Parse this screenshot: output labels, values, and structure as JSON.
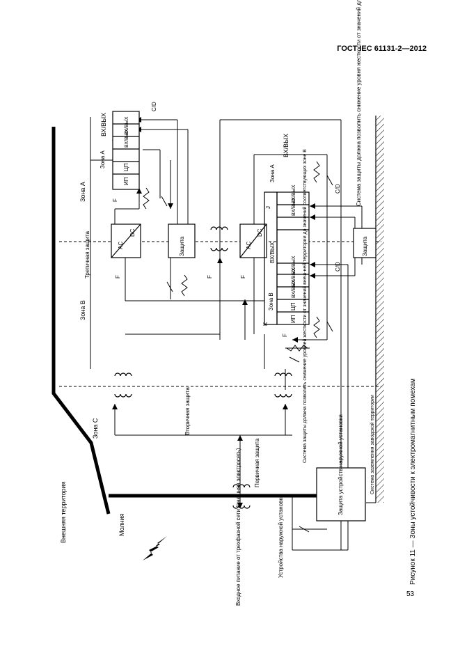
{
  "page": {
    "header": "ГОСТ  IEC 61131-2—2012",
    "page_number": "53"
  },
  "figure": {
    "caption": "Рисунок 11 — Зоны устойчивости к электромагнитным помехам",
    "zones": {
      "outer": "Внешняя территория",
      "c": "Зона С",
      "b": "Зона В",
      "a": "Зона А"
    },
    "protections": {
      "primary": "Первичная защита",
      "secondary": "Вторичная защита",
      "tertiary": "Третичная защита"
    },
    "lightning": "Молния",
    "input_power": "Входное питание от трехфазной сети (внешняя электросеть)",
    "outdoor_device": "Устройства наружной установки",
    "outdoor_protection": "Защита устройств наружной установки",
    "grounding": "Система заземления заводской территории",
    "note_zone_b": "Система защиты должна позволить снижение уровней жесткости от значений внеш-ней территории до значений соответствующих зоне В",
    "note_zone_a": "Система защиты должна позволить снижение уровня жесткости от значений для зоны В до значений, соответствующих зоне А",
    "block_labels": {
      "zone_a": "Зона А",
      "zone_b": "Зона В",
      "io": "ВХ/ВЫХ",
      "psu": "ИП",
      "cpu": "ЦП",
      "ac": "AC",
      "dc": "DC",
      "protection": "Защита",
      "cd": "C/D",
      "f": "F",
      "j": "J",
      "k": "K"
    }
  }
}
